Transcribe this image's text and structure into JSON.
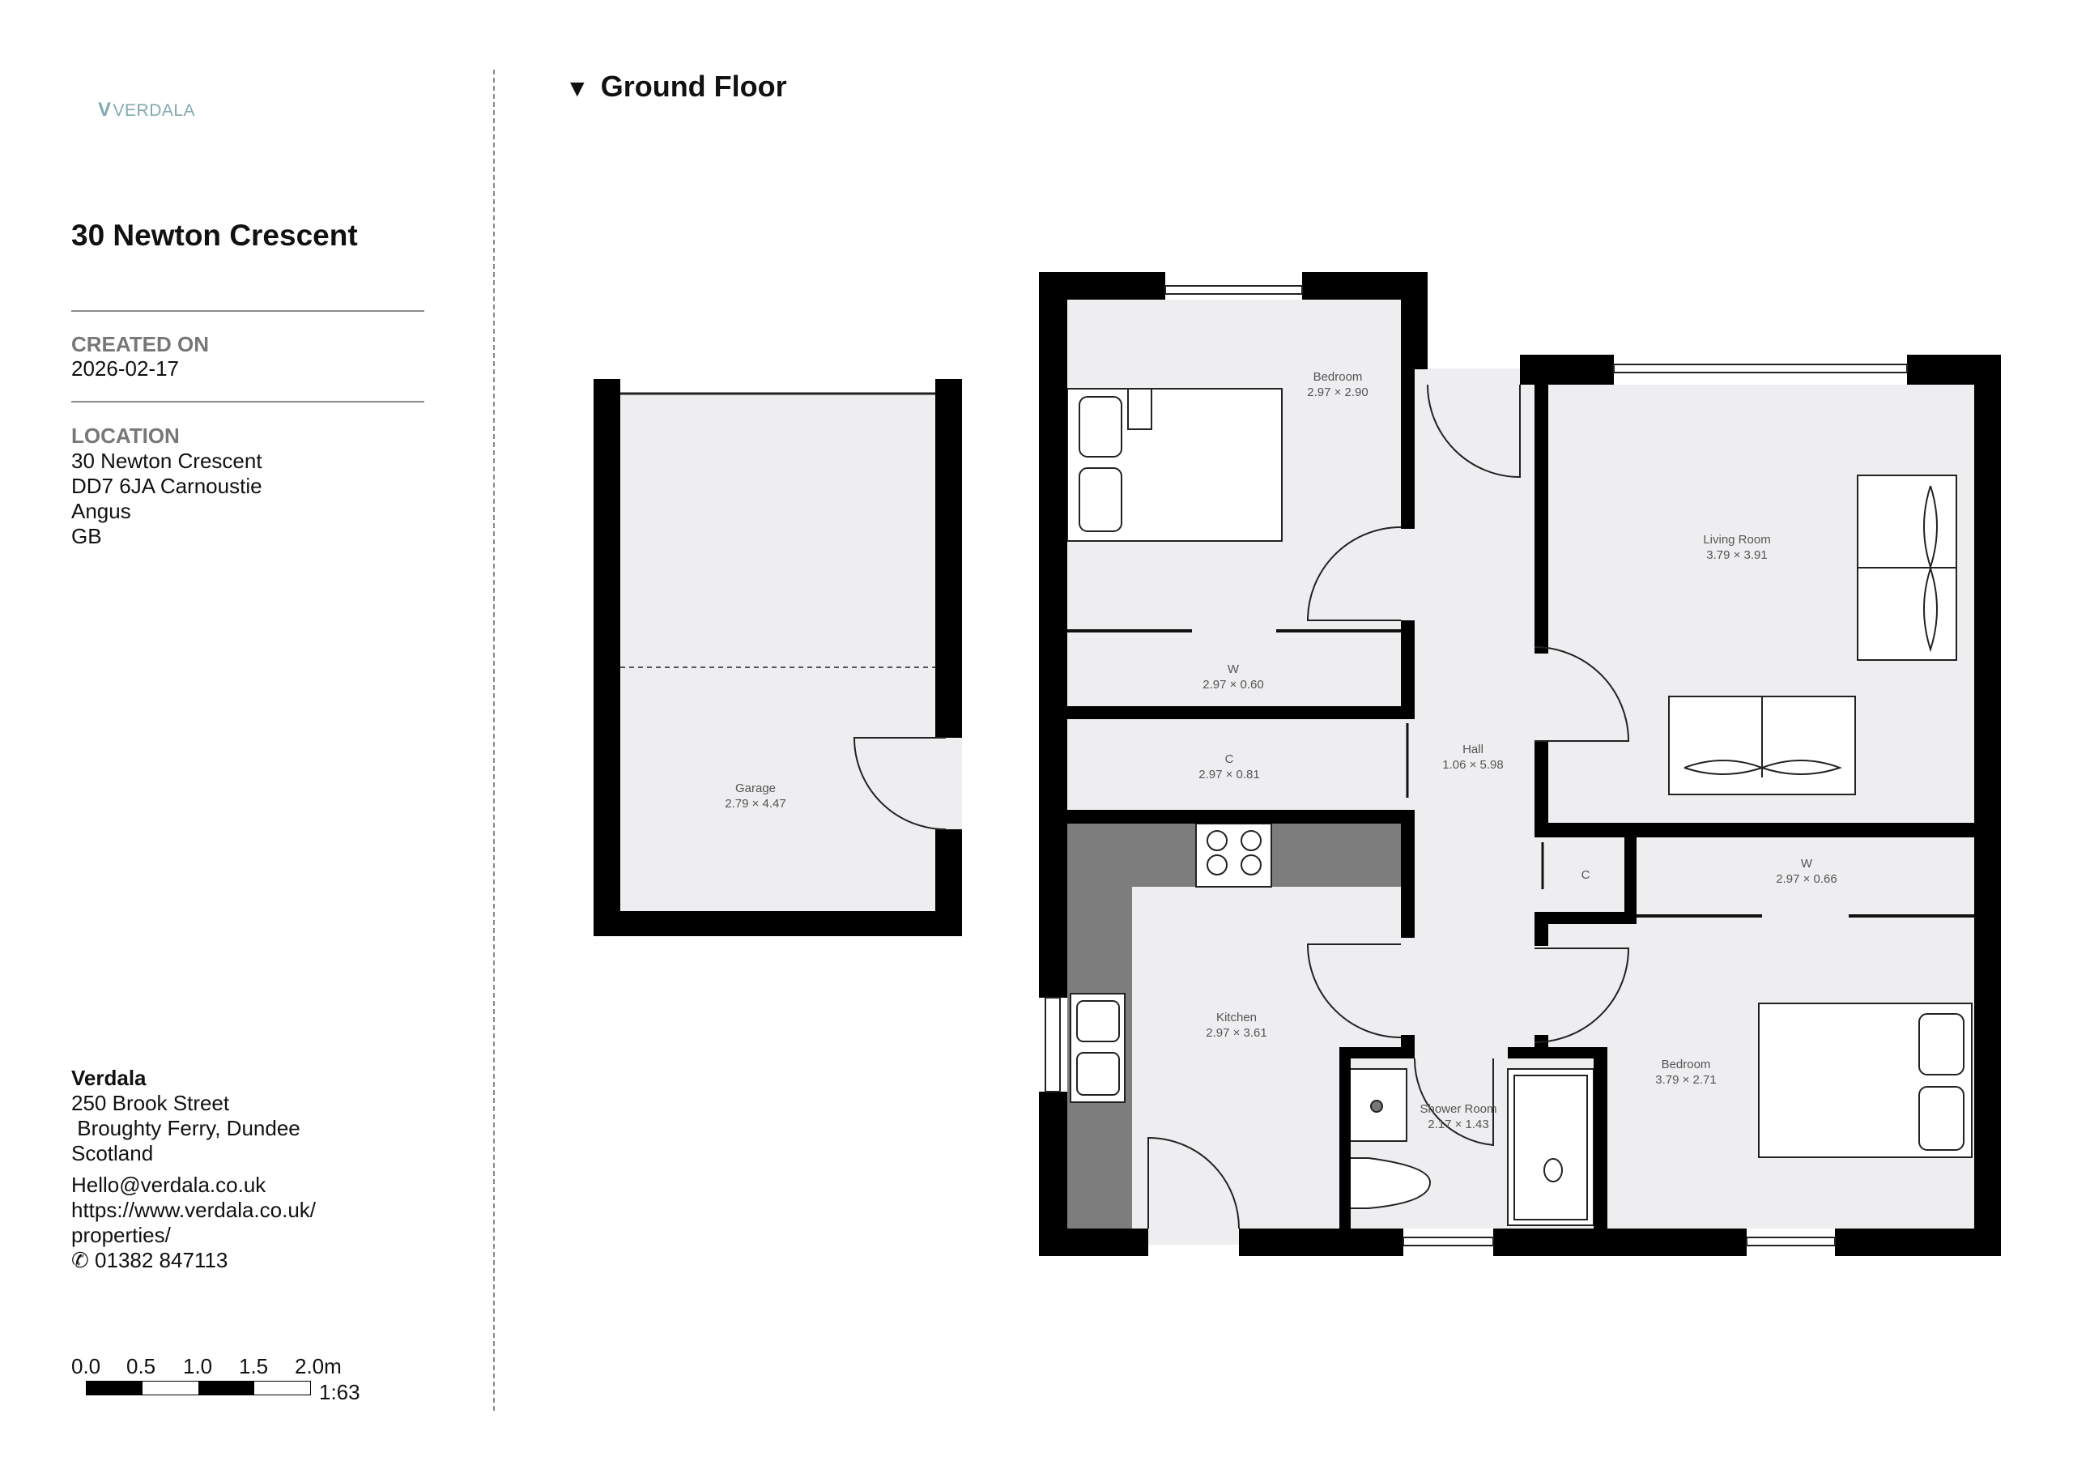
{
  "brand": {
    "logo_text": "VERDALA"
  },
  "property": {
    "title": "30 Newton Crescent"
  },
  "created": {
    "label": "CREATED ON",
    "value": "2026-02-17"
  },
  "location": {
    "label": "LOCATION",
    "lines": [
      "30 Newton Crescent",
      "DD7 6JA Carnoustie",
      "Angus",
      "GB"
    ]
  },
  "company": {
    "name": "Verdala",
    "address": [
      "250 Brook Street",
      " Broughty Ferry, Dundee",
      "Scotland"
    ],
    "email": "Hello@verdala.co.uk",
    "website": [
      "https://www.verdala.co.uk/",
      "properties/"
    ],
    "phone": "01382 847113",
    "phone_icon": "phone-icon"
  },
  "scale_bar": {
    "ticks": [
      "0.0",
      "0.5",
      "1.0",
      "1.5",
      "2.0m"
    ],
    "ratio": "1:63"
  },
  "floor": {
    "toggle_icon": "triangle-down-icon",
    "name": "Ground Floor"
  },
  "rooms": {
    "bedroom1": {
      "name": "Bedroom",
      "size": "2.97 × 2.90"
    },
    "wardrobe1": {
      "name": "W",
      "size": "2.97 × 0.60"
    },
    "cupboard1": {
      "name": "C",
      "size": "2.97 × 0.81"
    },
    "hall": {
      "name": "Hall",
      "size": "1.06 × 5.98"
    },
    "living": {
      "name": "Living Room",
      "size": "3.79 × 3.91"
    },
    "kitchen": {
      "name": "Kitchen",
      "size": "2.97 × 3.61"
    },
    "shower": {
      "name": "Shower Room",
      "size": "2.17 × 1.43"
    },
    "bedroom2": {
      "name": "Bedroom",
      "size": "3.79 × 2.71"
    },
    "cupboard2": {
      "name": "C"
    },
    "wardrobe2": {
      "name": "W",
      "size": "2.97 × 0.66"
    },
    "garage": {
      "name": "Garage",
      "size": "2.79 × 4.47"
    }
  },
  "colors": {
    "room_fill": "#eeeef0",
    "wall": "#000000",
    "counter": "#7d7d7d",
    "brand": "#7fa9b0"
  }
}
